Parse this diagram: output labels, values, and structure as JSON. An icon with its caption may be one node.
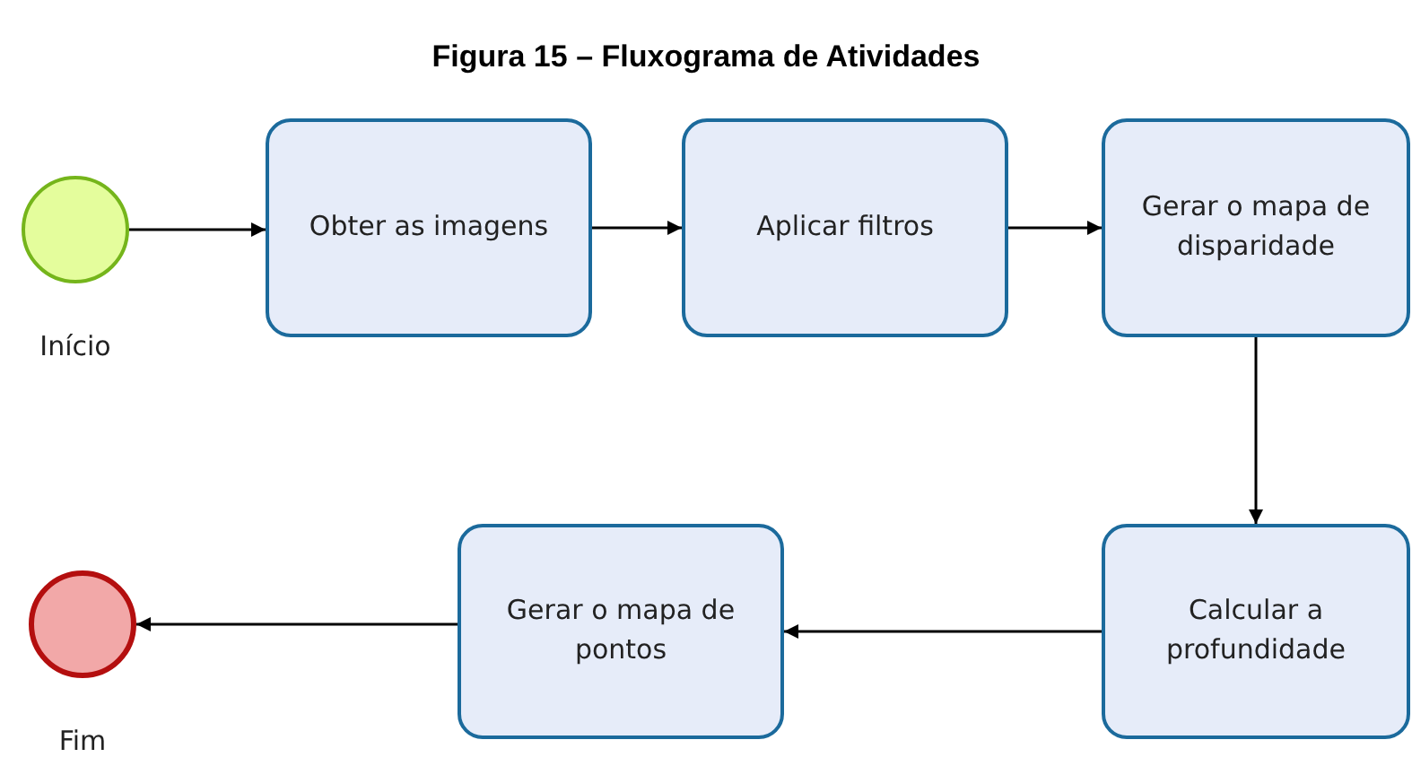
{
  "diagram": {
    "title": "Figura 15 – Fluxograma de Atividades",
    "nodes": [
      {
        "text": [],
        "shape": "circle",
        "beside": [
          "Início"
        ]
      },
      {
        "text": [
          "Obter as imagens"
        ]
      },
      {
        "text": [
          "Aplicar filtros"
        ]
      },
      {
        "text": [
          "Gerar o mapa de disparidade"
        ]
      },
      {
        "text": [
          "Calcular a profundidade"
        ]
      },
      {
        "text": [
          "Gerar o mapa de pontos"
        ]
      },
      {
        "text": [],
        "shape": "circle",
        "beside": [
          "Fim"
        ]
      }
    ],
    "edges": [
      {
        "from": 0,
        "to": 1,
        "arrow": "to"
      },
      {
        "from": 1,
        "to": 2,
        "arrow": "to"
      },
      {
        "from": 2,
        "to": 3,
        "arrow": "to"
      },
      {
        "from": 3,
        "to": 4,
        "arrow": "to"
      },
      {
        "from": 4,
        "to": 5,
        "arrow": "to"
      },
      {
        "from": 5,
        "to": 6,
        "arrow": "to"
      }
    ]
  }
}
